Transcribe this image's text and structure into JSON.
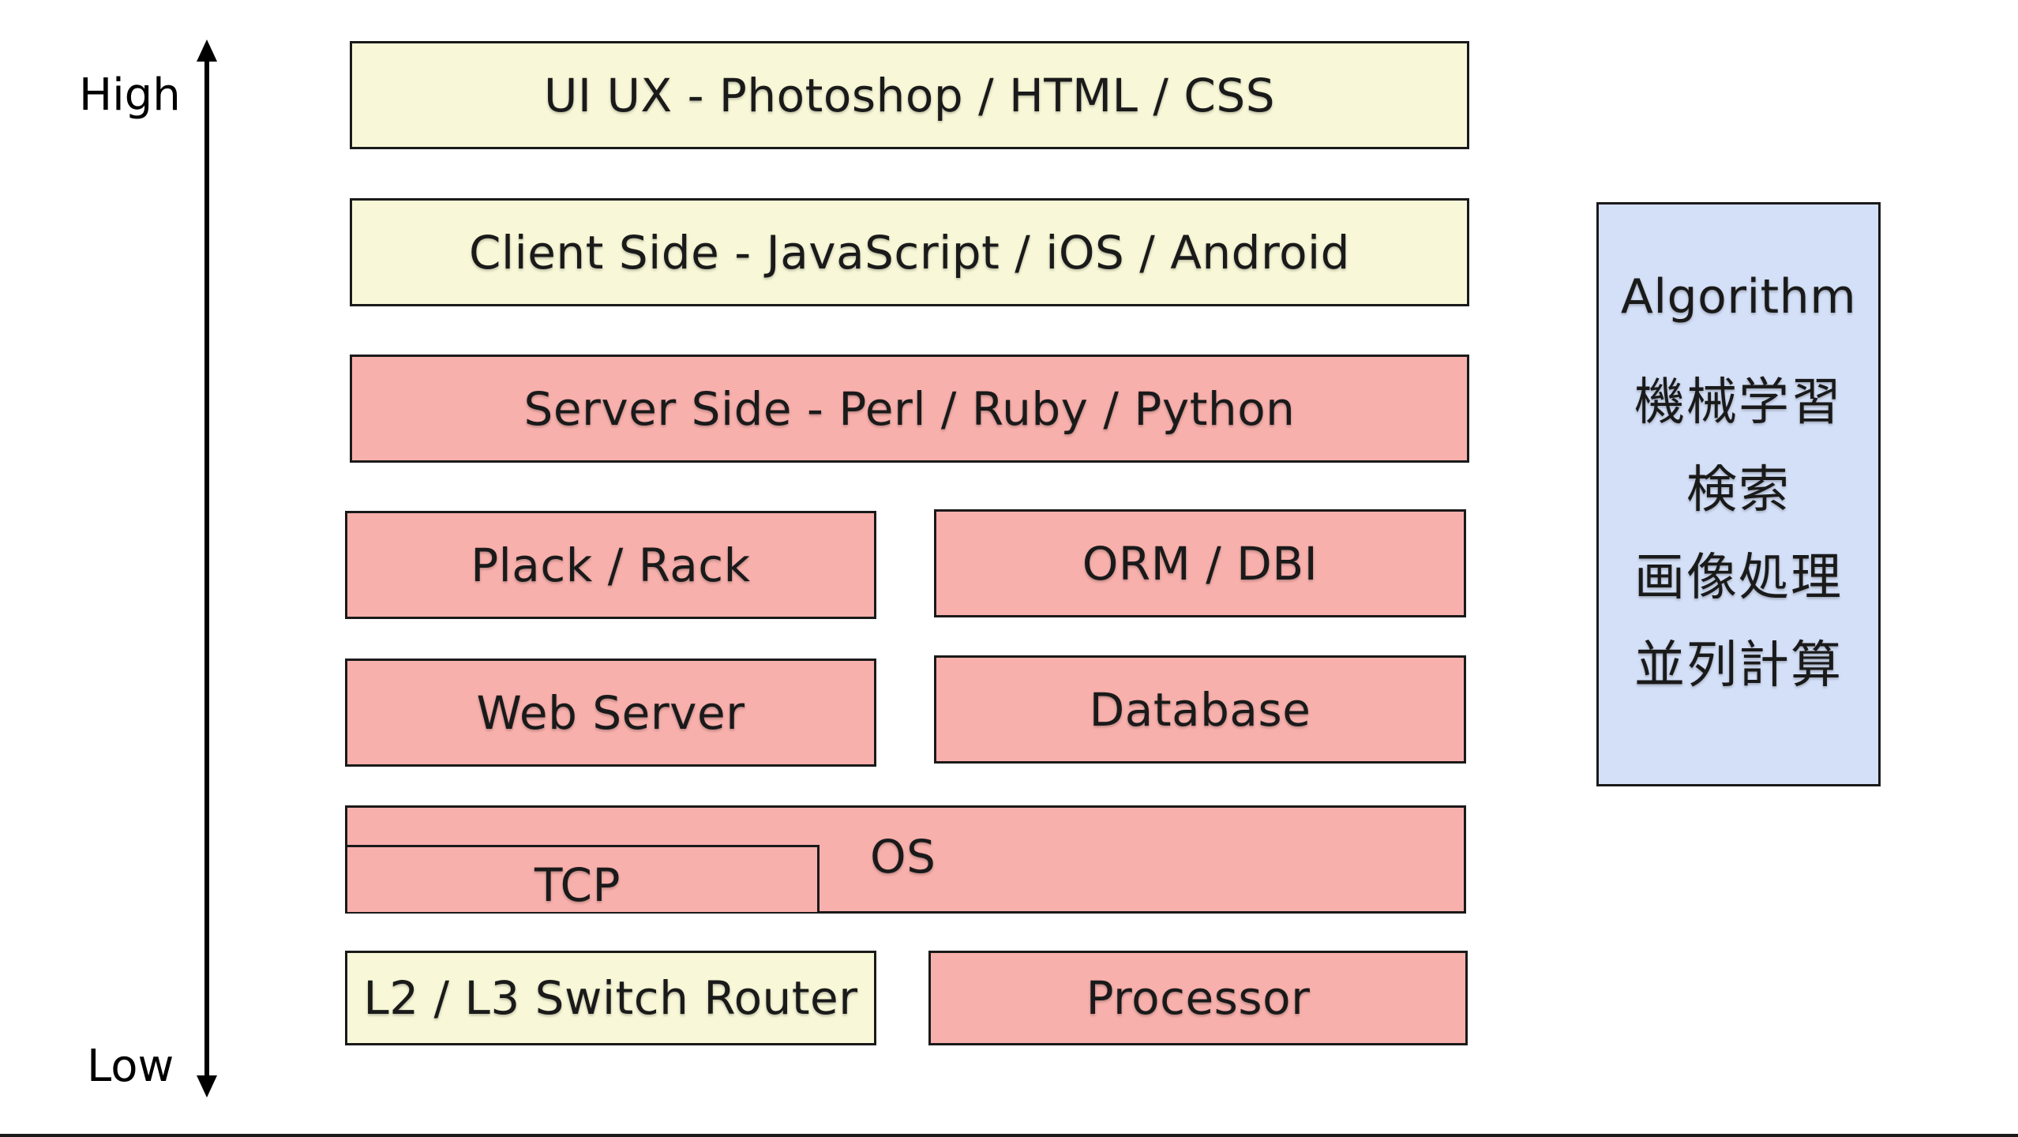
{
  "axis": {
    "high_label": "High",
    "low_label": "Low"
  },
  "layers": {
    "ui_ux": "UI UX - Photoshop / HTML / CSS",
    "client_side": "Client Side - JavaScript / iOS / Android",
    "server_side": "Server Side - Perl / Ruby / Python",
    "plack_rack": "Plack / Rack",
    "orm_dbi": "ORM / DBI",
    "web_server": "Web Server",
    "database": "Database",
    "os": "OS",
    "tcp": "TCP",
    "switch_router": "L2 / L3 Switch Router",
    "processor": "Processor"
  },
  "algorithm": {
    "title": "Algorithm",
    "items": [
      "機械学習",
      "検索",
      "画像処理",
      "並列計算"
    ]
  },
  "colors": {
    "yellow": "#f8f8d8",
    "pink": "#f8b0ac",
    "blue": "#d4e0f8",
    "border": "#1a1a1a"
  }
}
